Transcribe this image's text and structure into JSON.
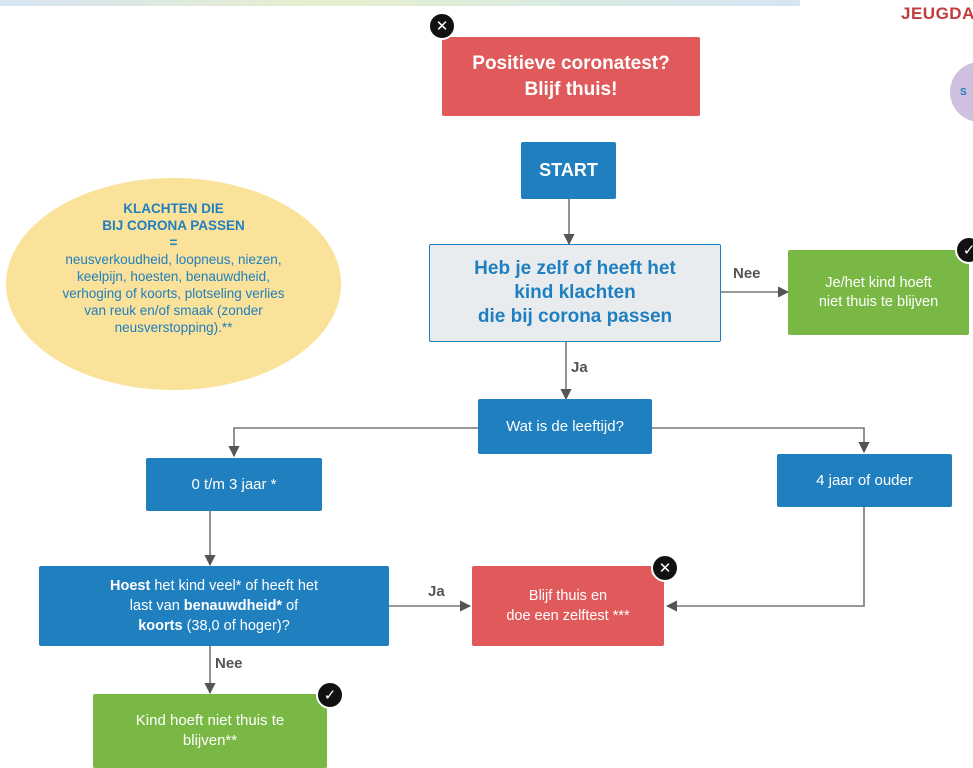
{
  "header": {
    "corner_title": "JEUGDA",
    "corner_circle_text": "S"
  },
  "box_positive": {
    "line1": "Positieve coronatest?",
    "line2": "Blijf thuis!"
  },
  "box_start": {
    "label": "START"
  },
  "box_question": {
    "line1": "Heb je zelf of heeft het",
    "line2": "kind klachten",
    "line3": "die bij corona passen"
  },
  "box_no_stay": {
    "line1": "Je/het kind hoeft",
    "line2": "niet thuis te blijven"
  },
  "box_age": {
    "label": "Wat is de leeftijd?"
  },
  "box_young": {
    "label": "0 t/m 3 jaar *"
  },
  "box_older": {
    "label": "4 jaar of ouder"
  },
  "box_cough": {
    "p1_bold": "Hoest",
    "p1_rest": " het kind veel* of heeft het",
    "p2_rest": "last van ",
    "p2_bold": "benauwdheid*",
    "p2_end": " of",
    "p3_bold": "koorts",
    "p3_rest": " (38,0 of hoger)?"
  },
  "box_stay_home": {
    "line1": "Blijf thuis en",
    "line2": "doe een zelftest ***"
  },
  "box_child_ok": {
    "line1": "Kind hoeft niet thuis te",
    "line2": "blijven**"
  },
  "labels": {
    "nee": "Nee",
    "ja": "Ja"
  },
  "oval": {
    "title1": "KLACHTEN DIE",
    "title2": "BIJ CORONA PASSEN",
    "equals": "=",
    "l1": "neusverkoudheid, loopneus, niezen,",
    "l2": "keelpijn, hoesten, benauwdheid,",
    "l3": "verhoging of koorts, plotseling verlies",
    "l4": "van reuk en/of smaak (zonder",
    "l5": "neusverstopping).**"
  },
  "icons": {
    "cross": "close-icon",
    "check": "check-icon"
  },
  "colors": {
    "red": "#e05a5b",
    "blue": "#1f7fbf",
    "green": "#79b845",
    "oval": "#fbe29a",
    "question_bg": "#e9ecef"
  }
}
